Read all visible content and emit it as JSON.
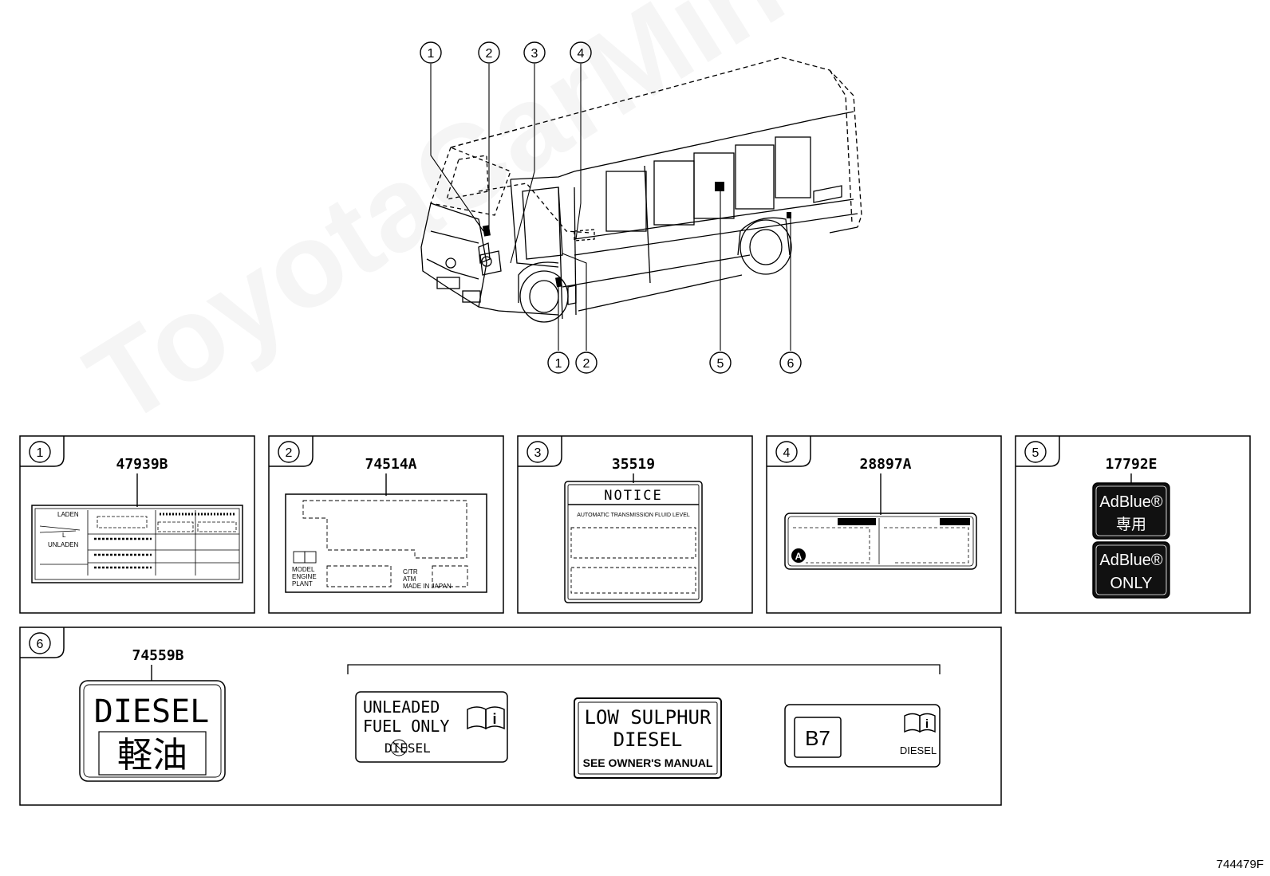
{
  "callouts": [
    "①",
    "②",
    "③",
    "④",
    "⑤",
    "⑥"
  ],
  "vehicle_callouts_bottom": [
    "①",
    "②",
    "⑤",
    "⑥"
  ],
  "panels": [
    {
      "num": "①",
      "part": "47939B",
      "text": {
        "laden": "LADEN",
        "unladen": "UNLADEN",
        "l": "L"
      }
    },
    {
      "num": "②",
      "part": "74514A",
      "text": {
        "model": "MODEL",
        "engine": "ENGINE",
        "plant": "PLANT",
        "ctr": "C/TR",
        "atm": "ATM",
        "made": "MADE IN JAPAN"
      }
    },
    {
      "num": "③",
      "part": "35519",
      "text": {
        "notice": "NOTICE",
        "atf": "AUTOMATIC TRANSMISSION FLUID LEVEL"
      }
    },
    {
      "num": "④",
      "part": "28897A",
      "text": {
        "marker": "A"
      }
    },
    {
      "num": "⑤",
      "part": "17792E",
      "text": {
        "adblue1": "AdBlue®",
        "jp": "専用",
        "adblue2": "AdBlue®",
        "only": "ONLY"
      }
    },
    {
      "num": "⑥",
      "part": "74559B",
      "text": {
        "diesel": "DIESEL",
        "jp": "軽油"
      }
    }
  ],
  "variants": {
    "unleaded_1": "UNLEADED",
    "unleaded_2": "FUEL ONLY",
    "unleaded_3": "DIESEL",
    "sulphur_1": "LOW SULPHUR",
    "sulphur_2": "DIESEL",
    "sulphur_3": "SEE OWNER'S MANUAL",
    "b7": "B7",
    "b7_diesel": "DIESEL",
    "info_icon": "i"
  },
  "watermark": "ToyotaCarMine.ru",
  "figure_id": "744479F"
}
